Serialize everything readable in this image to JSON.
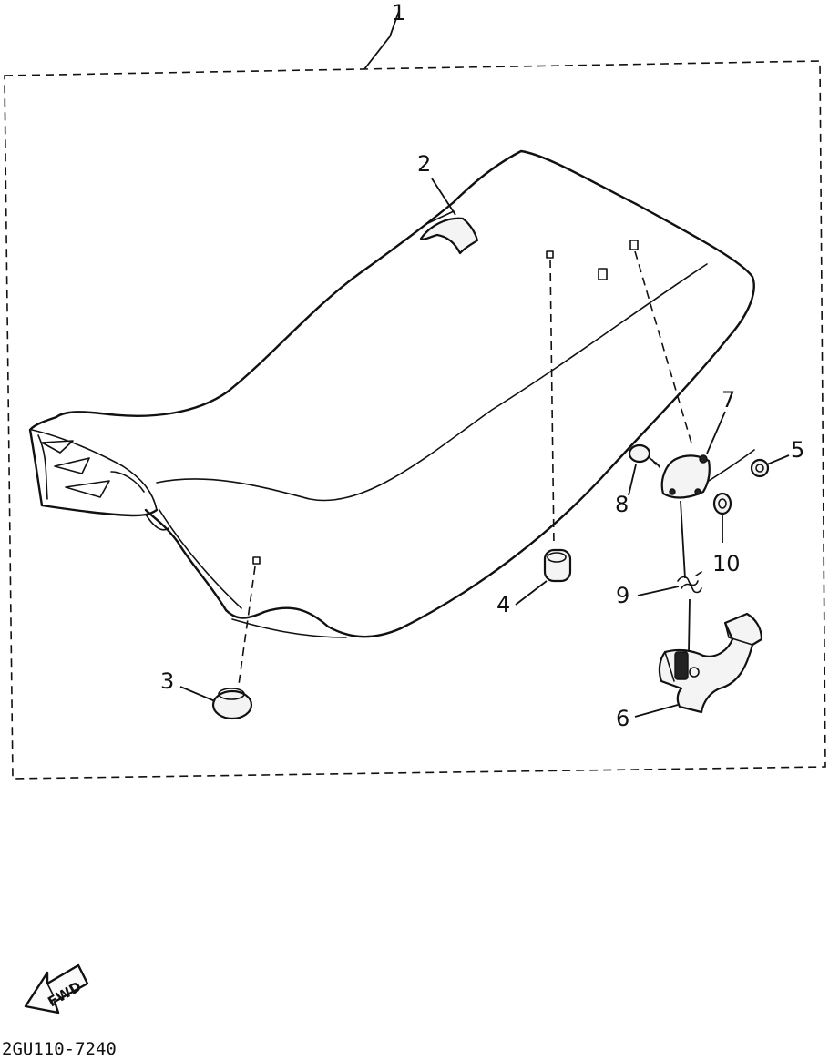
{
  "callouts": [
    {
      "id": "1",
      "label": "1"
    },
    {
      "id": "2",
      "label": "2"
    },
    {
      "id": "3",
      "label": "3"
    },
    {
      "id": "4",
      "label": "4"
    },
    {
      "id": "5",
      "label": "5"
    },
    {
      "id": "6",
      "label": "6"
    },
    {
      "id": "7",
      "label": "7"
    },
    {
      "id": "8",
      "label": "8"
    },
    {
      "id": "9",
      "label": "9"
    },
    {
      "id": "10",
      "label": "10"
    }
  ],
  "fwd_arrow": {
    "label": "FWD"
  },
  "part_code": "2GU110-7240",
  "colors": {
    "ink": "#111111",
    "background": "#ffffff"
  }
}
